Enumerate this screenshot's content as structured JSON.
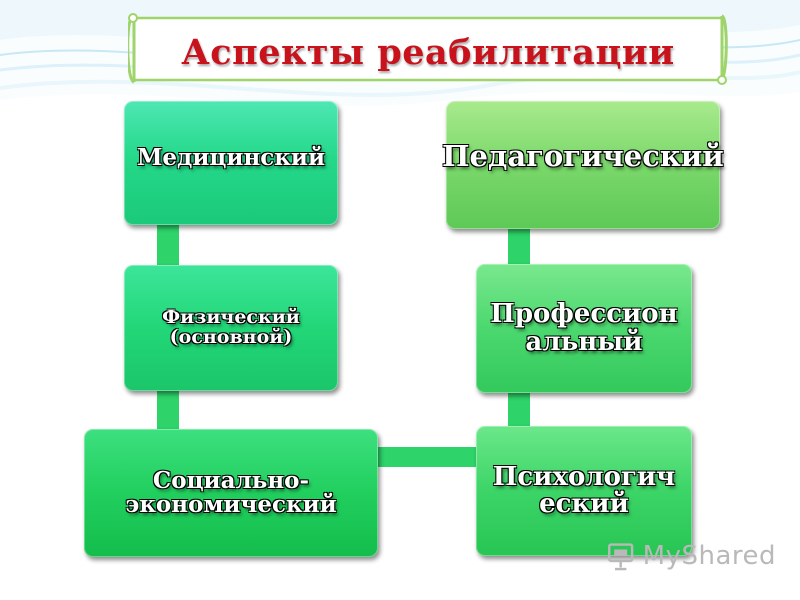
{
  "title": "Аспекты реабилитации",
  "colors": {
    "title": "#c8121c",
    "connector": "#2ed36a",
    "banner_border": "#9ed46a",
    "wave": "#7fc3e3"
  },
  "nodes": {
    "medical": "Медицинский",
    "physical": "Физический (основной)",
    "socioeconomic": "Социально-экономический",
    "pedagogical": "Педагогический",
    "professional": "Профессион альный",
    "psychological": "Психологич еский"
  },
  "watermark": {
    "text": "MyShared",
    "icon": "presentation-board-icon"
  }
}
